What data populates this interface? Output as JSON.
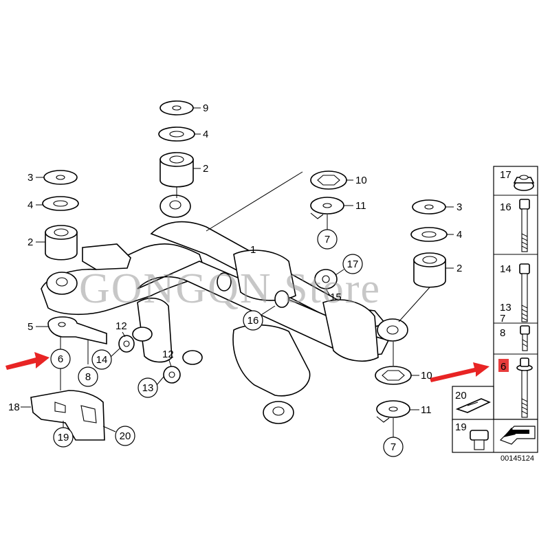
{
  "diagram": {
    "catalog_number": "00145124",
    "watermark": "GONGQN Store",
    "colors": {
      "arrow": "#e82424",
      "highlight": "#e83d3d",
      "line": "#000000",
      "watermark": "#9a9a9a"
    },
    "callouts": {
      "c1": "1",
      "c2a": "2",
      "c2b": "2",
      "c2c": "2",
      "c3a": "3",
      "c3b": "3",
      "c4a": "4",
      "c4b": "4",
      "c4c": "4",
      "c5": "5",
      "c6": "6",
      "c7a": "7",
      "c7b": "7",
      "c8": "8",
      "c9": "9",
      "c10a": "10",
      "c10b": "10",
      "c11a": "11",
      "c11b": "11",
      "c12a": "12",
      "c12b": "12",
      "c13": "13",
      "c14": "14",
      "c15": "15",
      "c16": "16",
      "c17": "17",
      "c18": "18",
      "c19": "19",
      "c20": "20"
    },
    "legend_panel": {
      "rows": [
        {
          "labels": [
            "17"
          ],
          "icon": "flange-nut-icon"
        },
        {
          "labels": [
            "16"
          ],
          "icon": "long-bolt-icon"
        },
        {
          "labels": [
            "14",
            "13",
            "7"
          ],
          "icon": "long-bolt-icon"
        },
        {
          "labels": [
            "8"
          ],
          "icon": "short-bolt-icon"
        },
        {
          "labels": [
            "6"
          ],
          "icon": "flange-bolt-icon",
          "highlighted": true
        }
      ],
      "bottom": [
        {
          "label": "20",
          "icon": "clip-icon"
        },
        {
          "label": "19",
          "icon": "plug-screw-icon"
        }
      ]
    }
  }
}
